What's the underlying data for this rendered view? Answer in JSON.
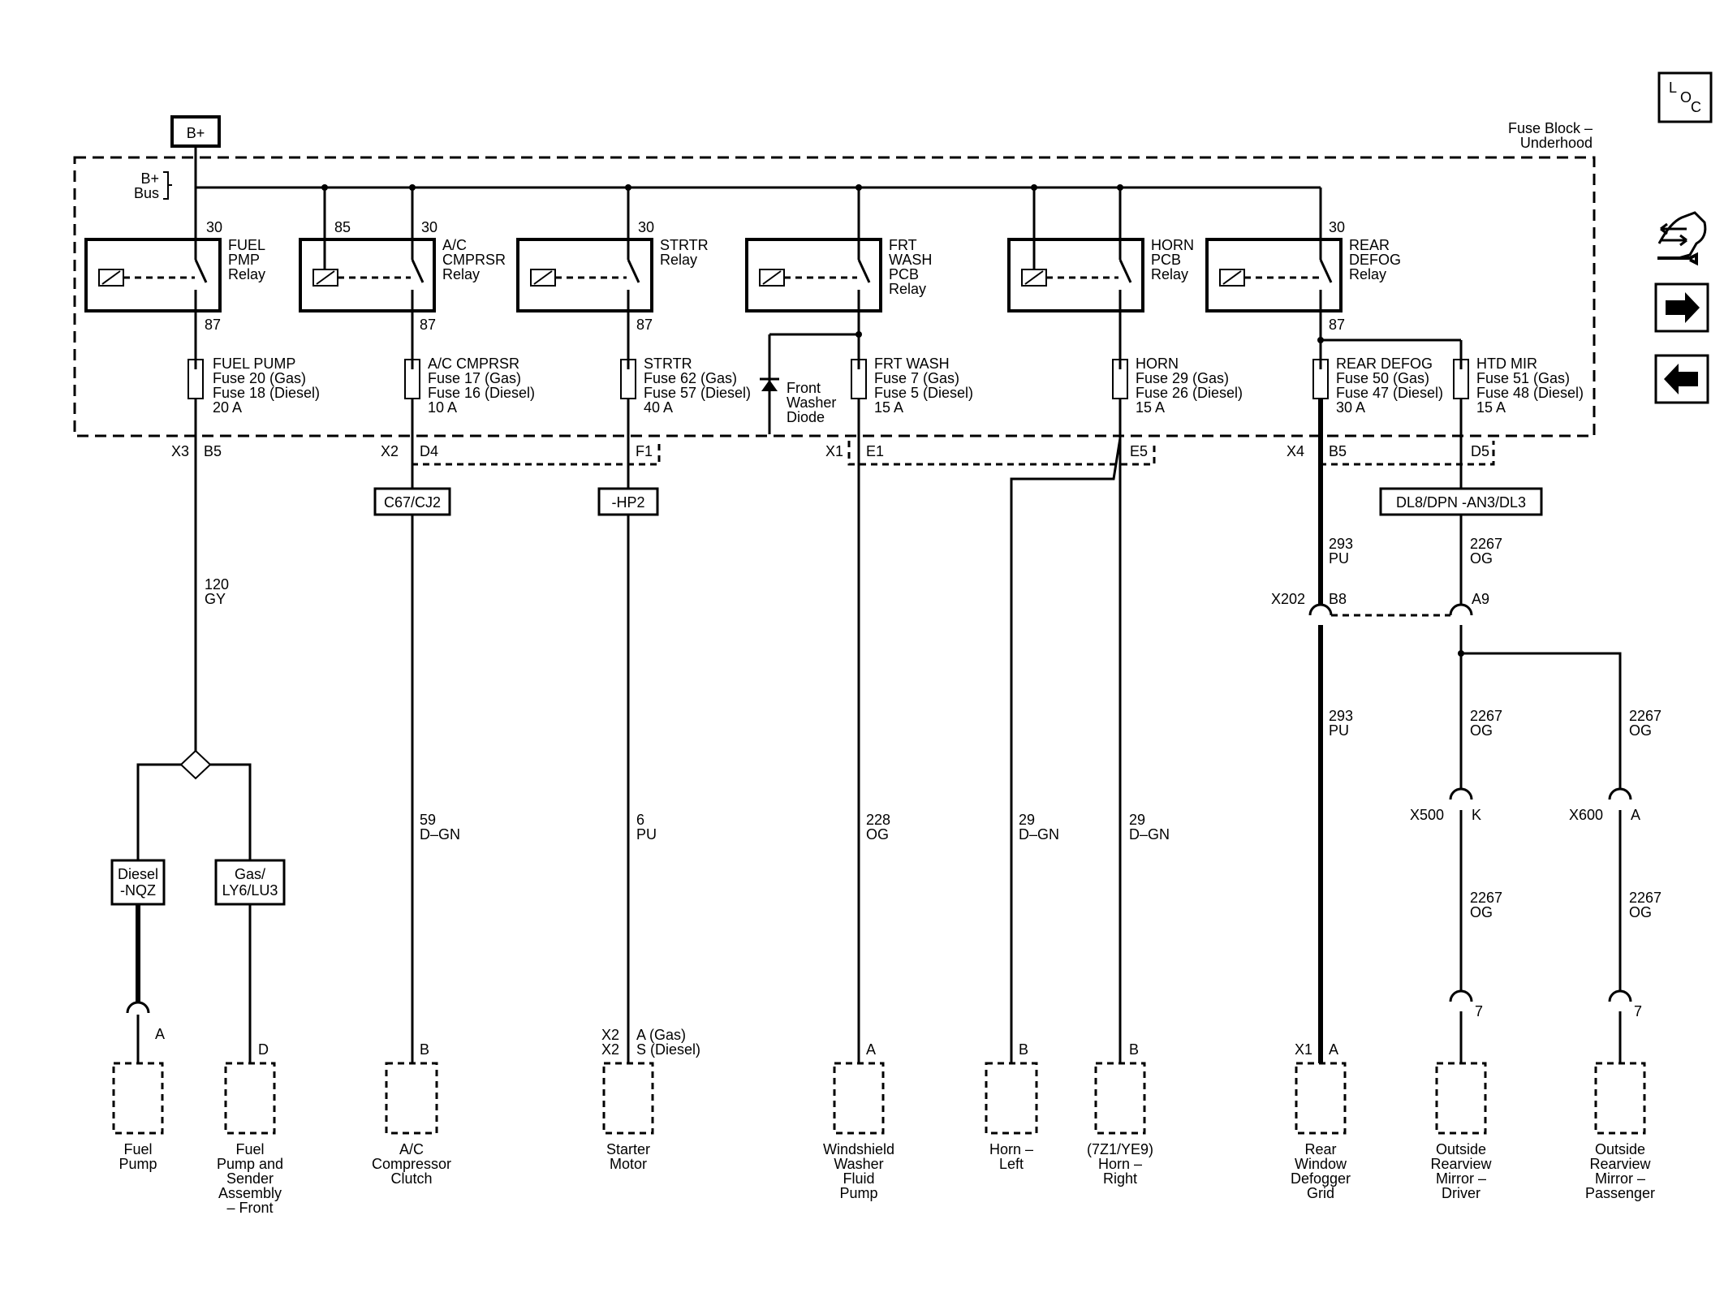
{
  "source": "B+",
  "fuse_block": {
    "title_line1": "Fuse Block –",
    "title_line2": "Underhood"
  },
  "bus": {
    "line1": "B+",
    "line2": "Bus"
  },
  "loc": {
    "l": "L",
    "o": "O",
    "c": "C"
  },
  "nav_icons": [
    "service-info-icon",
    "next-arrow-icon",
    "previous-arrow-icon"
  ],
  "relays": [
    {
      "name_lines": [
        "FUEL",
        "PMP",
        "Relay"
      ],
      "pin_top": "30",
      "pin_bottom": "87"
    },
    {
      "name_lines": [
        "A/C",
        "CMPRSR",
        "Relay"
      ],
      "pin_coil": "85",
      "pin_top": "30",
      "pin_bottom": "87"
    },
    {
      "name_lines": [
        "STRTR",
        "Relay"
      ],
      "pin_top": "30",
      "pin_bottom": "87"
    },
    {
      "name_lines": [
        "FRT",
        "WASH",
        "PCB",
        "Relay"
      ]
    },
    {
      "name_lines": [
        "HORN",
        "PCB",
        "Relay"
      ]
    },
    {
      "name_lines": [
        "REAR",
        "DEFOG",
        "Relay"
      ],
      "pin_top": "30",
      "pin_bottom": "87"
    }
  ],
  "fuses": [
    {
      "lines": [
        "FUEL PUMP",
        "Fuse 20 (Gas)",
        "Fuse 18 (Diesel)",
        "20 A"
      ]
    },
    {
      "lines": [
        "A/C CMPRSR",
        "Fuse 17 (Gas)",
        "Fuse 16 (Diesel)",
        "10 A"
      ]
    },
    {
      "lines": [
        "STRTR",
        "Fuse 62 (Gas)",
        "Fuse 57 (Diesel)",
        "40 A"
      ]
    },
    {
      "lines": [
        "FRT WASH",
        "Fuse 7 (Gas)",
        "Fuse 5 (Diesel)",
        "15 A"
      ]
    },
    {
      "lines": [
        "HORN",
        "Fuse 29 (Gas)",
        "Fuse 26 (Diesel)",
        "15 A"
      ]
    },
    {
      "lines": [
        "REAR DEFOG",
        "Fuse 50 (Gas)",
        "Fuse 47 (Diesel)",
        "30 A"
      ]
    },
    {
      "lines": [
        "HTD MIR",
        "Fuse 51 (Gas)",
        "Fuse 48 (Diesel)",
        "15 A"
      ]
    }
  ],
  "diode": {
    "lines": [
      "Front",
      "Washer",
      "Diode"
    ]
  },
  "connectors": {
    "x3": "X3",
    "b5a": "B5",
    "x2": "X2",
    "d4": "D4",
    "f1": "F1",
    "x1": "X1",
    "e1": "E1",
    "e5": "E5",
    "x4": "X4",
    "b5b": "B5",
    "d5": "D5",
    "x202": "X202",
    "b8": "B8",
    "a9": "A9",
    "x500": "X500",
    "k": "K",
    "x600": "X600",
    "a600": "A"
  },
  "options": {
    "c67": "C67/CJ2",
    "hp2": "-HP2",
    "dl8": "DL8/DPN -AN3/DL3"
  },
  "variants": {
    "diesel": [
      "Diesel",
      "-NQZ"
    ],
    "gas": [
      "Gas/",
      "LY6/LU3"
    ]
  },
  "wires": {
    "fuel": [
      "120",
      "GY"
    ],
    "ac": [
      "59",
      "D–GN"
    ],
    "strtr": [
      "6",
      "PU"
    ],
    "wash": [
      "228",
      "OG"
    ],
    "hornl": [
      "29",
      "D–GN"
    ],
    "hornr": [
      "29",
      "D–GN"
    ],
    "defog1": [
      "293",
      "PU"
    ],
    "defog2": [
      "293",
      "PU"
    ],
    "mir1": [
      "2267",
      "OG"
    ],
    "mir2": [
      "2267",
      "OG"
    ],
    "mir3": [
      "2267",
      "OG"
    ],
    "mir4": [
      "2267",
      "OG"
    ],
    "mir5": [
      "2267",
      "OG"
    ]
  },
  "terminals": {
    "pump_a": "A",
    "sender_d": "D",
    "ac_b": "B",
    "starter_x2a": "X2",
    "starter_x2b": "X2",
    "starter_a": "A (Gas)",
    "starter_s": "S (Diesel)",
    "wash_a": "A",
    "hornl_b": "B",
    "hornr_b": "B",
    "defog_x1": "X1",
    "defog_a": "A",
    "mir_d7": "7",
    "mir_p7": "7"
  },
  "components": [
    {
      "lines": [
        "Fuel",
        "Pump"
      ]
    },
    {
      "lines": [
        "Fuel",
        "Pump and",
        "Sender",
        "Assembly",
        "– Front"
      ]
    },
    {
      "lines": [
        "A/C",
        "Compressor",
        "Clutch"
      ]
    },
    {
      "lines": [
        "Starter",
        "Motor"
      ]
    },
    {
      "lines": [
        "Windshield",
        "Washer",
        "Fluid",
        "Pump"
      ]
    },
    {
      "lines": [
        "Horn –",
        "Left"
      ]
    },
    {
      "lines": [
        "(7Z1/YE9)",
        "Horn –",
        "Right"
      ]
    },
    {
      "lines": [
        "Rear",
        "Window",
        "Defogger",
        "Grid"
      ]
    },
    {
      "lines": [
        "Outside",
        "Rearview",
        "Mirror –",
        "Driver"
      ]
    },
    {
      "lines": [
        "Outside",
        "Rearview",
        "Mirror –",
        "Passenger"
      ]
    }
  ]
}
